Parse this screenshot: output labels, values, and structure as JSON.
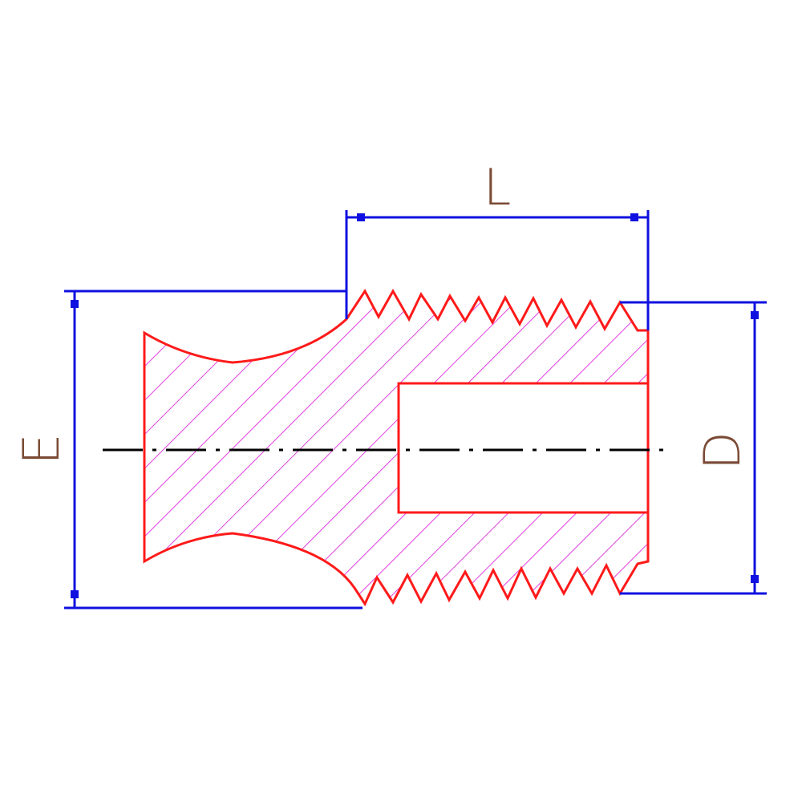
{
  "colors": {
    "outline": "#ff1a1a",
    "hatch": "#e040e0",
    "dimension": "#1010e0",
    "centerline": "#000000",
    "label": "#7a4a35"
  },
  "labels": {
    "length": "L",
    "head_diameter": "E",
    "thread_diameter": "D"
  }
}
